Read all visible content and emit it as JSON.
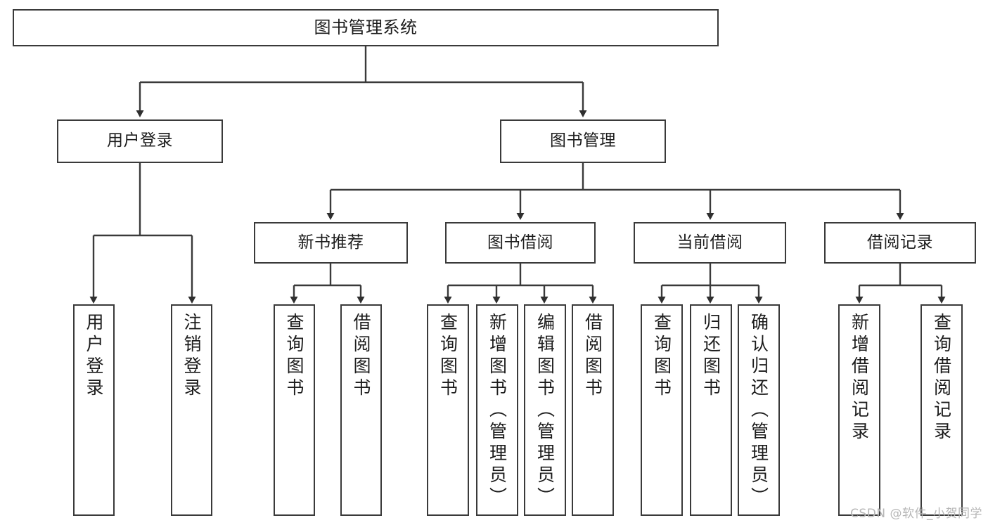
{
  "diagram": {
    "title": "图书管理系统",
    "watermark": "CSDN @软件_小贺同学",
    "line_color": "#3a3a3a",
    "box_fill": "#ffffff",
    "text_color": "#1c1c1c",
    "watermark_color": "#b6b6b6",
    "root": {
      "label": "图书管理系统"
    },
    "level2": [
      {
        "label": "用户登录"
      },
      {
        "label": "图书管理"
      }
    ],
    "level3": [
      {
        "label": "新书推荐"
      },
      {
        "label": "图书借阅"
      },
      {
        "label": "当前借阅"
      },
      {
        "label": "借阅记录"
      }
    ],
    "leaves": {
      "user_login": [
        {
          "label": "用户登录"
        },
        {
          "label": "注销登录"
        }
      ],
      "new_book": [
        {
          "label": "查询图书"
        },
        {
          "label": "借阅图书"
        }
      ],
      "book_borrow": [
        {
          "label": "查询图书"
        },
        {
          "label": "新增图书（管理员）"
        },
        {
          "label": "编辑图书（管理员）"
        },
        {
          "label": "借阅图书"
        }
      ],
      "current_borrow": [
        {
          "label": "查询图书"
        },
        {
          "label": "归还图书"
        },
        {
          "label": "确认归还（管理员）"
        }
      ],
      "borrow_record": [
        {
          "label": "新增借阅记录"
        },
        {
          "label": "查询借阅记录"
        }
      ]
    }
  }
}
